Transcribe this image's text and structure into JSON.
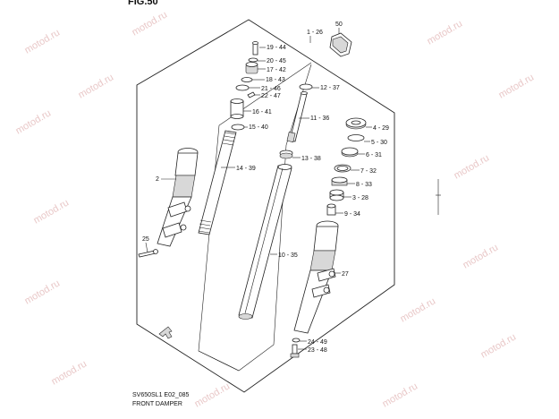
{
  "figure_label": "FIG.50",
  "caption": {
    "code": "SV650SL1 E02_085",
    "title": "FRONT DAMPER"
  },
  "watermark": "motod.ru",
  "callouts": [
    {
      "id": "c1",
      "text": "1 - 26"
    },
    {
      "id": "c50",
      "text": "50"
    },
    {
      "id": "c19",
      "text": "19 - 44"
    },
    {
      "id": "c20",
      "text": "20 - 45"
    },
    {
      "id": "c17",
      "text": "17 - 42"
    },
    {
      "id": "c18",
      "text": "18 - 43"
    },
    {
      "id": "c21",
      "text": "21 - 46"
    },
    {
      "id": "c22",
      "text": "22 - 47"
    },
    {
      "id": "c12",
      "text": "12 - 37"
    },
    {
      "id": "c16",
      "text": "16 - 41"
    },
    {
      "id": "c15",
      "text": "15 - 40"
    },
    {
      "id": "c11",
      "text": "11 - 36"
    },
    {
      "id": "c4",
      "text": "4 - 29"
    },
    {
      "id": "c5",
      "text": "5 - 30"
    },
    {
      "id": "c6",
      "text": "6 - 31"
    },
    {
      "id": "c13",
      "text": "13 - 38"
    },
    {
      "id": "c7",
      "text": "7 - 32"
    },
    {
      "id": "c14",
      "text": "14 - 39"
    },
    {
      "id": "c2",
      "text": "2"
    },
    {
      "id": "c8",
      "text": "8 - 33"
    },
    {
      "id": "c3",
      "text": "3 - 28"
    },
    {
      "id": "c9",
      "text": "9 - 34"
    },
    {
      "id": "c25",
      "text": "25"
    },
    {
      "id": "c10",
      "text": "10 - 35"
    },
    {
      "id": "c27",
      "text": "27"
    },
    {
      "id": "c24",
      "text": "24 - 49"
    },
    {
      "id": "c23",
      "text": "23 - 48"
    }
  ]
}
